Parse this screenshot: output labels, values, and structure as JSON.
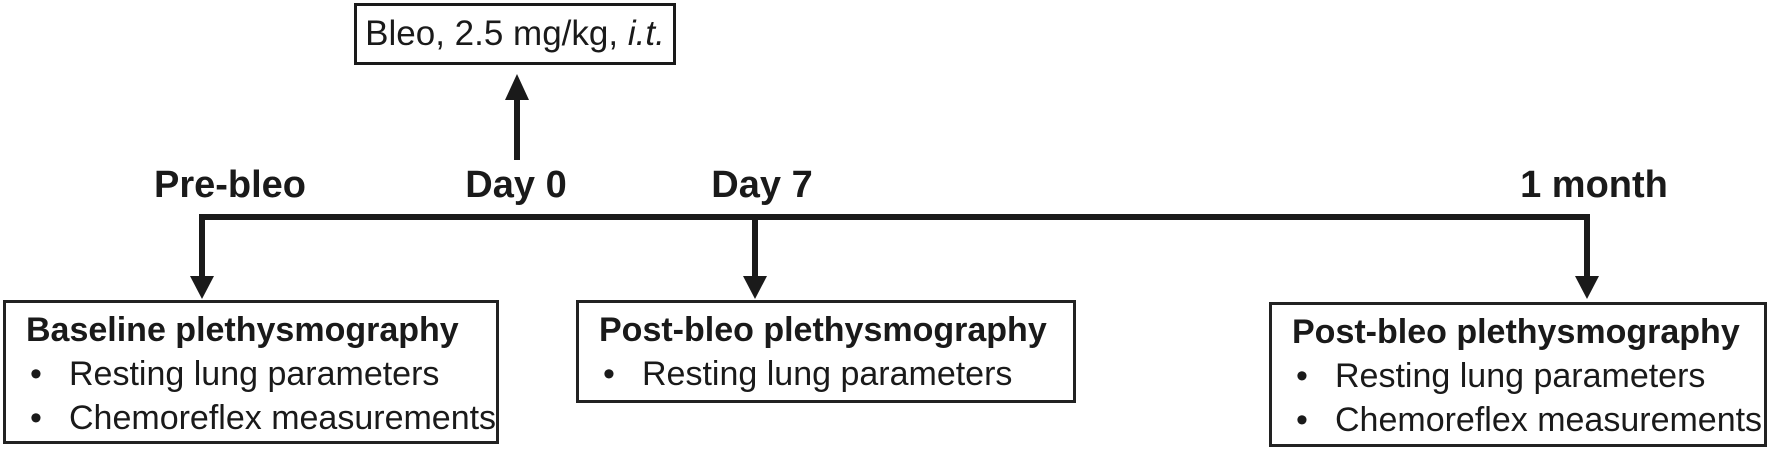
{
  "colors": {
    "ink": "#1a1a1a",
    "box_border": "#222222",
    "background": "#ffffff"
  },
  "injection_box": {
    "label": "Bleo, 2.5 mg/kg,",
    "route_abbrev": "i.t."
  },
  "timeline": {
    "labels": [
      {
        "id": "pre-bleo",
        "text": "Pre-bleo"
      },
      {
        "id": "day-0",
        "text": "Day 0"
      },
      {
        "id": "day-7",
        "text": "Day 7"
      },
      {
        "id": "one-month",
        "text": "1 month"
      }
    ]
  },
  "measurement_boxes": [
    {
      "timepoint": "Pre-bleo",
      "title": "Baseline plethysmography",
      "bullets": [
        "Resting lung parameters",
        "Chemoreflex measurements"
      ]
    },
    {
      "timepoint": "Day 7",
      "title": "Post-bleo plethysmography",
      "bullets": [
        "Resting lung parameters"
      ]
    },
    {
      "timepoint": "1 month",
      "title": "Post-bleo plethysmography",
      "bullets": [
        "Resting lung parameters",
        "Chemoreflex measurements"
      ]
    }
  ]
}
